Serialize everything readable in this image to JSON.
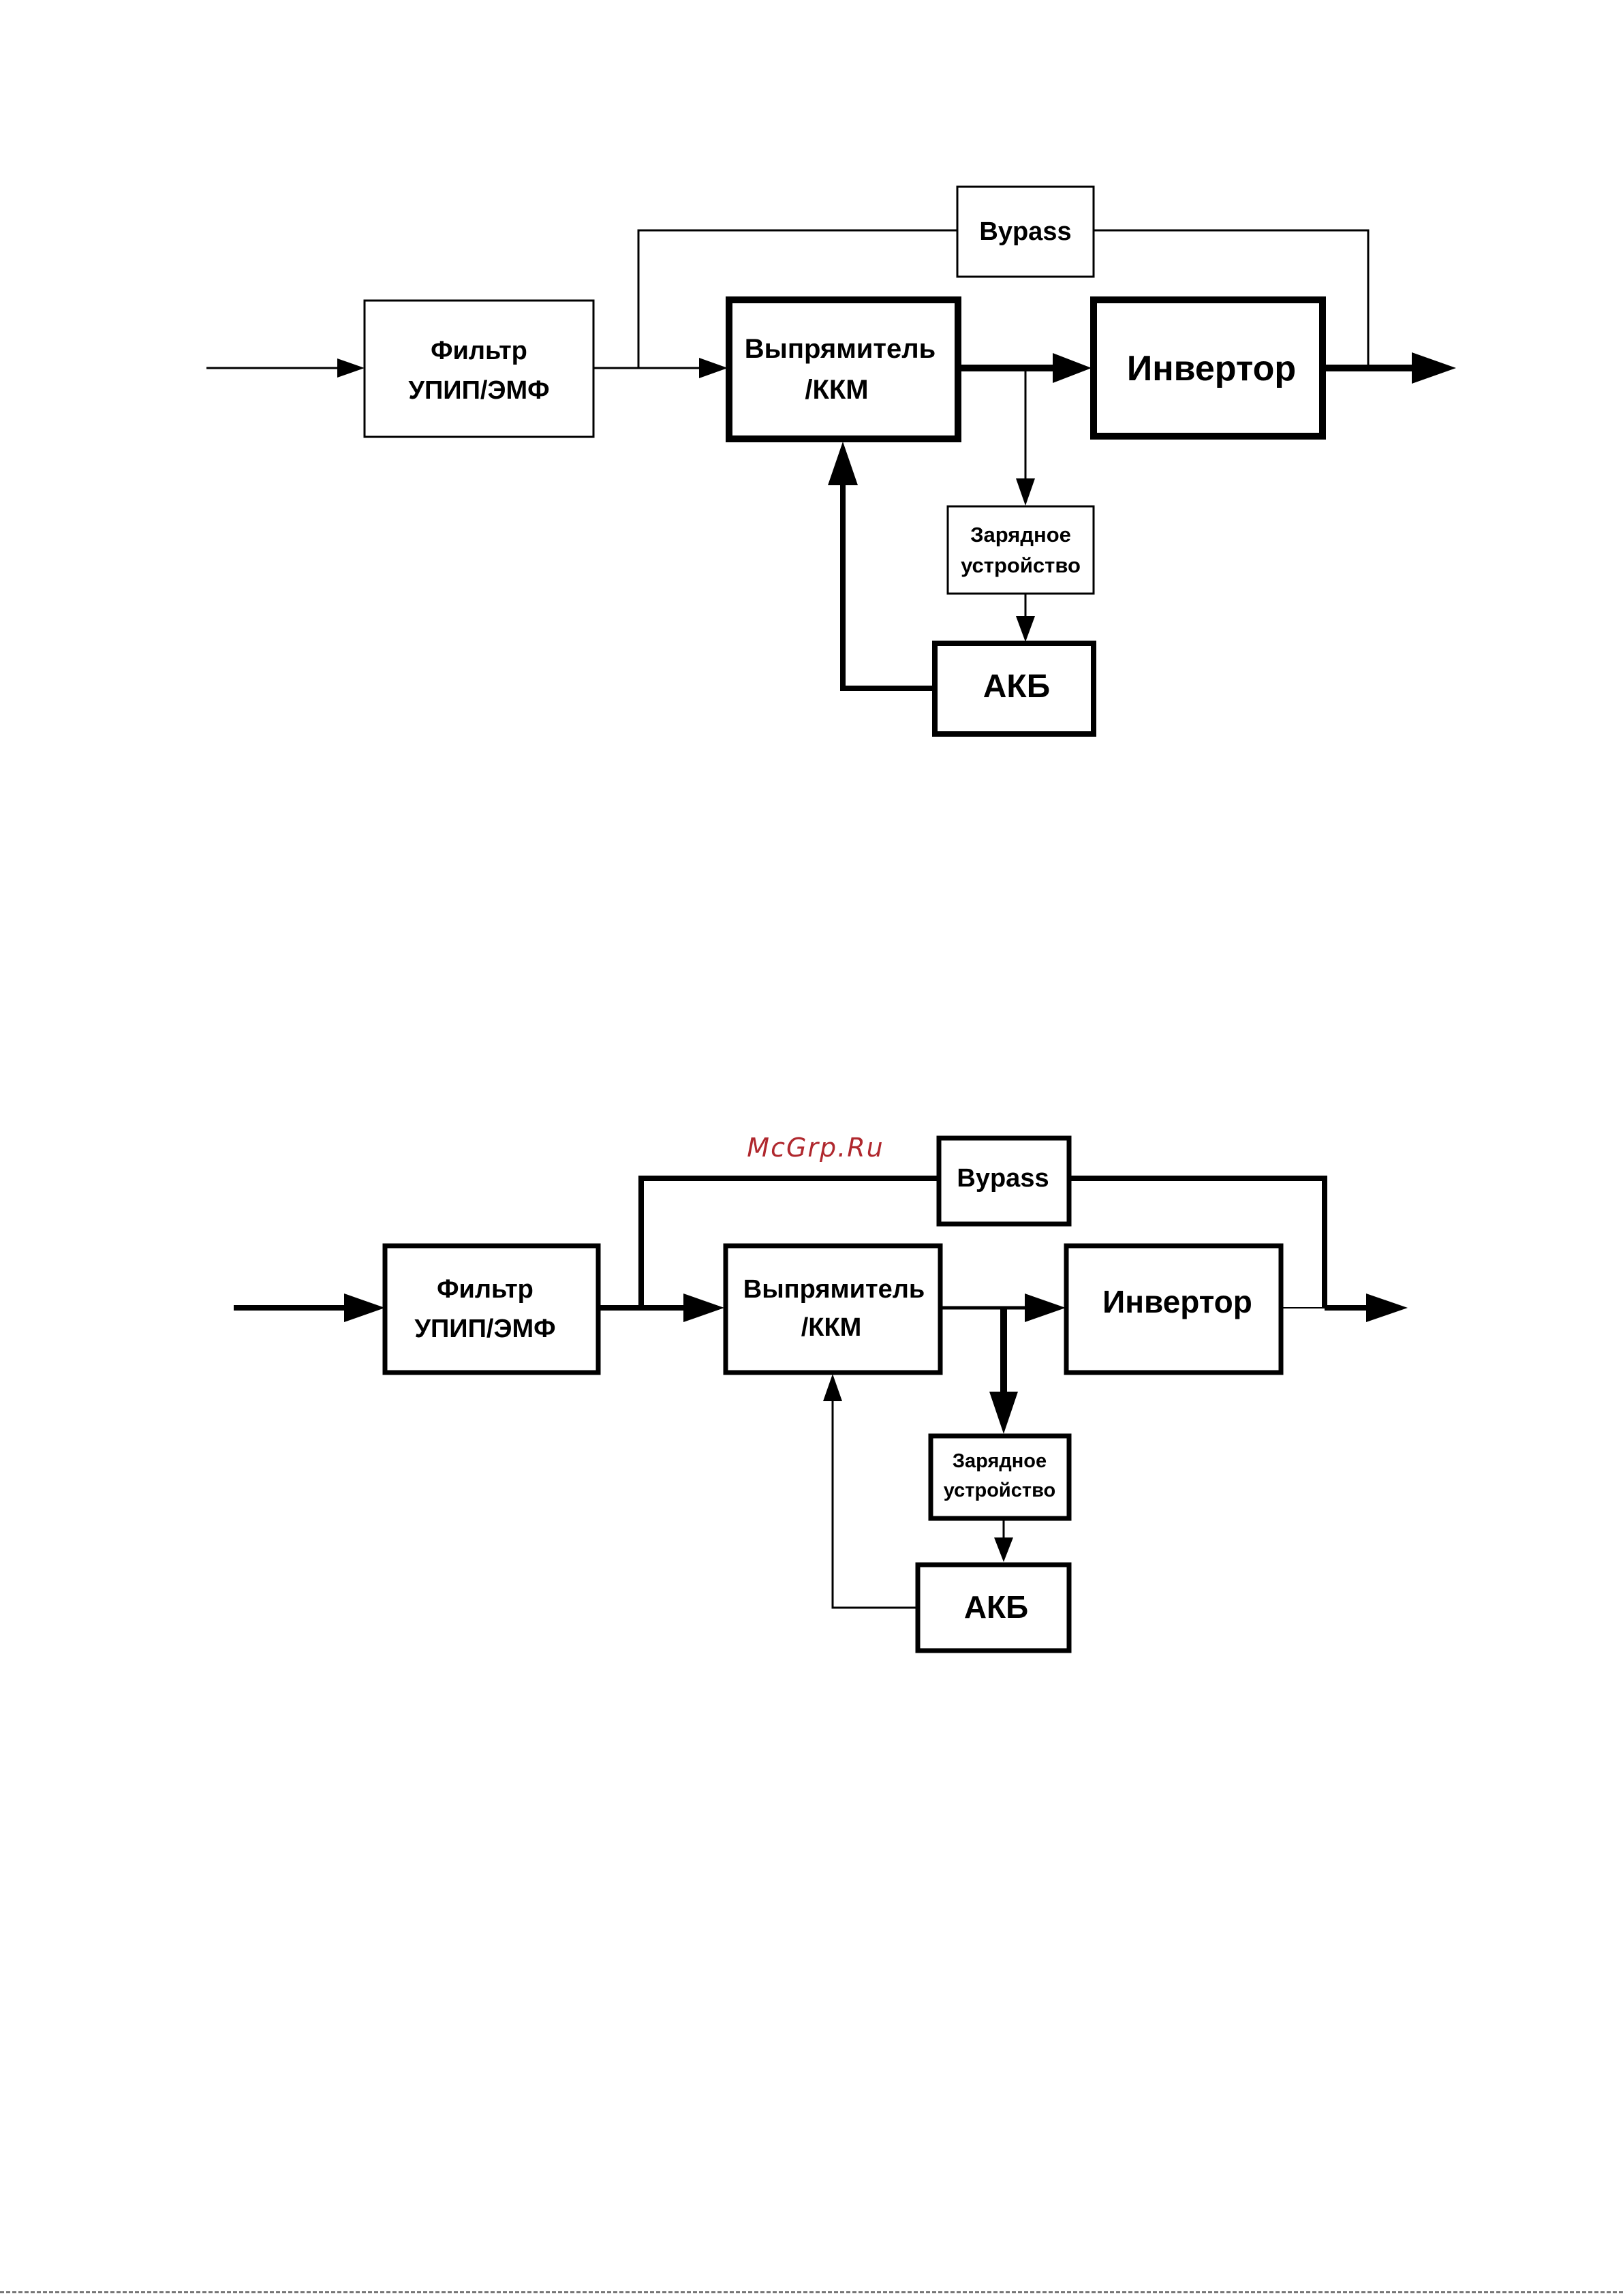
{
  "watermark": "McGrp.Ru",
  "colors": {
    "line": "#000000",
    "watermark": "#b0282e",
    "background": "#ffffff"
  },
  "diagram_top": {
    "bypass": "Bypass",
    "filter_line1": "Фильтр",
    "filter_line2": "УПИП/ЭМФ",
    "rectifier_line1": "Выпрямитель",
    "rectifier_line2": "/ККМ",
    "inverter": "Инвертор",
    "charger_line1": "Зарядное",
    "charger_line2": "устройство",
    "battery": "АКБ"
  },
  "diagram_bottom": {
    "bypass": "Bypass",
    "filter_line1": "Фильтр",
    "filter_line2": "УПИП/ЭМФ",
    "rectifier_line1": "Выпрямитель",
    "rectifier_line2": "/ККМ",
    "inverter": "Инвертор",
    "charger_line1": "Зарядное",
    "charger_line2": "устройство",
    "battery": "АКБ"
  }
}
